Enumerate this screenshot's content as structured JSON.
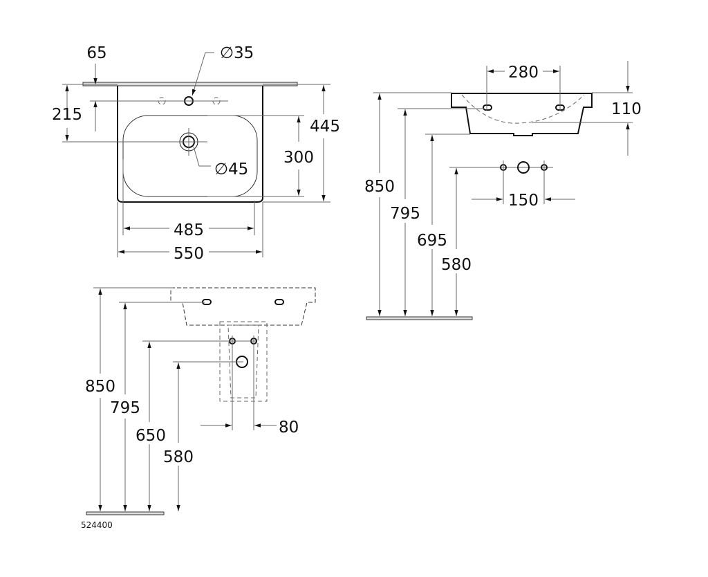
{
  "title": "Washbasin dimension drawing",
  "product_code": "524400",
  "top_view": {
    "tap_offset": "65",
    "tap_hole": "∅35",
    "depth_to_waste": "215",
    "overall_depth": "445",
    "bowl_depth": "300",
    "waste_hole": "∅45",
    "bowl_width": "485",
    "overall_width": "550"
  },
  "side_view": {
    "tap_spacing": "280",
    "basin_height": "110",
    "h_top": "850",
    "h_taps": "795",
    "h_bottom": "695",
    "h_connection": "580",
    "connection_spacing": "150"
  },
  "pedestal_view": {
    "h_top": "850",
    "h_taps": "795",
    "h_supply": "650",
    "h_waste": "580",
    "supply_spacing": "80"
  }
}
